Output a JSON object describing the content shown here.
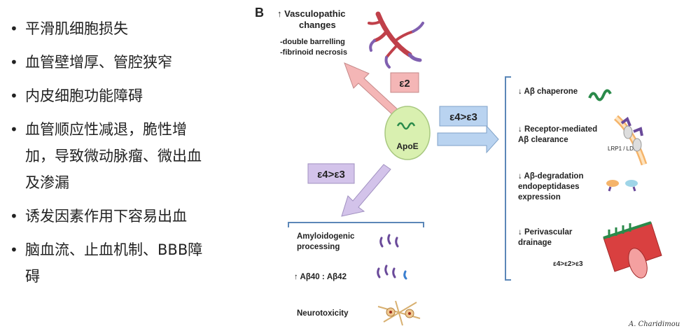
{
  "bullets": [
    "平滑肌细胞损失",
    "血管壁增厚、管腔狭窄",
    "内皮细胞功能障碍",
    "血管顺应性减退，脆性增加，导致微动脉瘤、微出血及渗漏",
    "诱发因素作用下容易出血",
    "脑血流、止血机制、BBB障碍"
  ],
  "figure": {
    "panel_label": "B",
    "center": "ApoE",
    "arrow_up_label": "ε2",
    "arrow_right_label": "ε4>ε3",
    "arrow_down_label": "ε4>ε3",
    "top_text": [
      "↑ Vasculopathic",
      "changes",
      "-double barrelling",
      "-fibrinoid necrosis"
    ],
    "right_items": [
      {
        "text": [
          "↓ Aβ chaperone"
        ]
      },
      {
        "text": [
          "↓ Receptor-mediated",
          "Aβ clearance"
        ],
        "sublabel": "LRP1 / LDLR"
      },
      {
        "text": [
          "↓ Aβ-degradation",
          "endopeptidases",
          "expression"
        ]
      },
      {
        "text": [
          "↓ Perivascular",
          "drainage"
        ],
        "sublabel": "ε4>ε2>ε3"
      }
    ],
    "bottom_items": [
      {
        "text": [
          "Amyloidogenic",
          "processing"
        ]
      },
      {
        "text": [
          "↑ Aβ40 : Aβ42"
        ]
      },
      {
        "text": [
          "Neurotoxicity"
        ]
      }
    ],
    "signature": "A. Charidimou",
    "colors": {
      "red_arrow": "#f4b6b6",
      "blue_arrow": "#b9d3f0",
      "purple_arrow": "#d3c3ea",
      "center": "#d9f0b0",
      "bracket": "#5b87b8"
    }
  }
}
